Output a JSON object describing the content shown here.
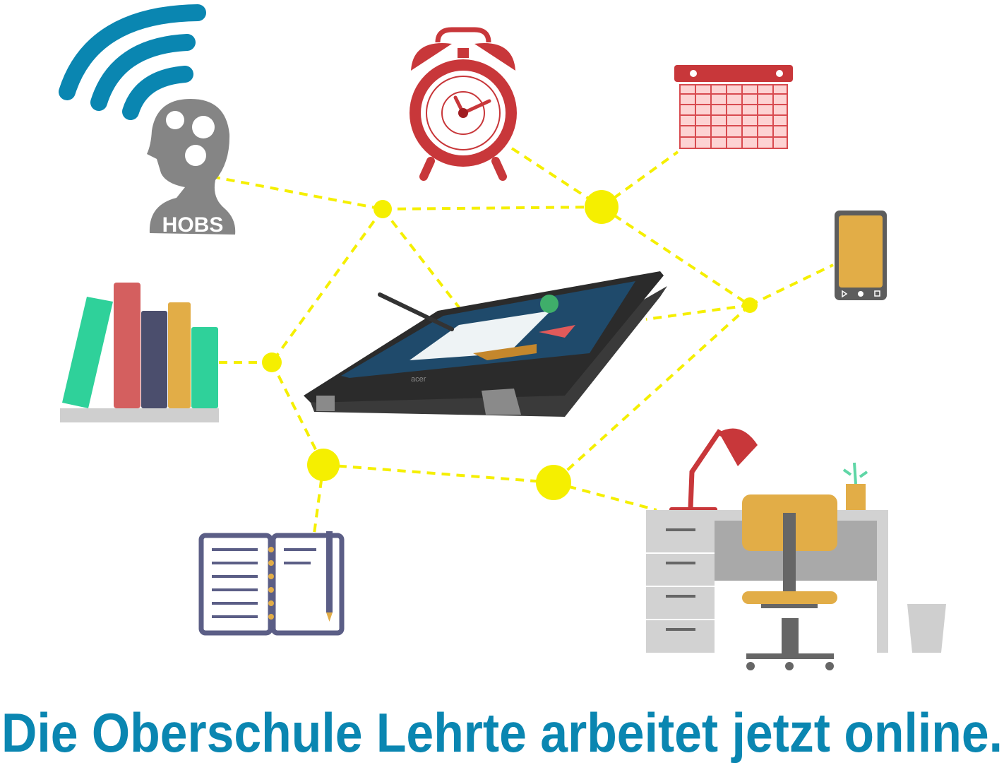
{
  "caption": "Die Oberschule Lehrte arbeitet jetzt online.",
  "logo_text": "HOBS",
  "laptop_brand": "acer",
  "colors": {
    "caption": "#0a86b1",
    "wifi": "#0a86b1",
    "network_node": "#f5ef00",
    "clock_red": "#c8373a",
    "head_gray": "#858585",
    "phone_screen": "#e2ad47",
    "notebook": "#5b5e86"
  }
}
